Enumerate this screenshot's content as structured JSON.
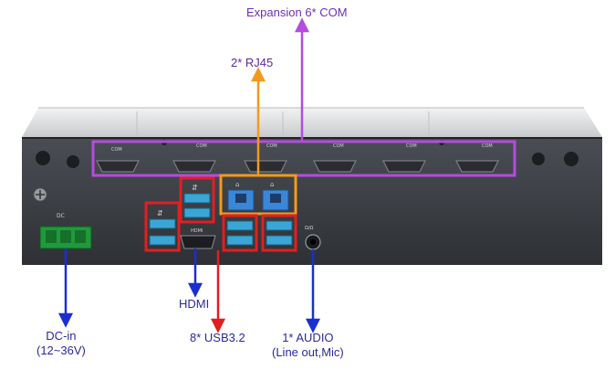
{
  "labels": {
    "expansion_com": "Expansion 6* COM",
    "rj45": "2* RJ45",
    "hdmi": "HDMI",
    "usb": "8* USB3.2",
    "audio_line1": "1* AUDIO",
    "audio_line2": "(Line out,Mic)",
    "dcin_line1": "DC-in",
    "dcin_line2": "(12~36V)"
  },
  "port_text": {
    "com": "COM",
    "hdmi": "HDMI",
    "dc": "DC",
    "audio": "Ω/Ω"
  },
  "colors": {
    "com_callout": "#b54be0",
    "rj45_callout": "#f39a1e",
    "usb_callout": "#e02020",
    "blue_callout": "#1a2fd0",
    "chassis_face": "#3a3d42",
    "chassis_top": "#d9dadc"
  }
}
